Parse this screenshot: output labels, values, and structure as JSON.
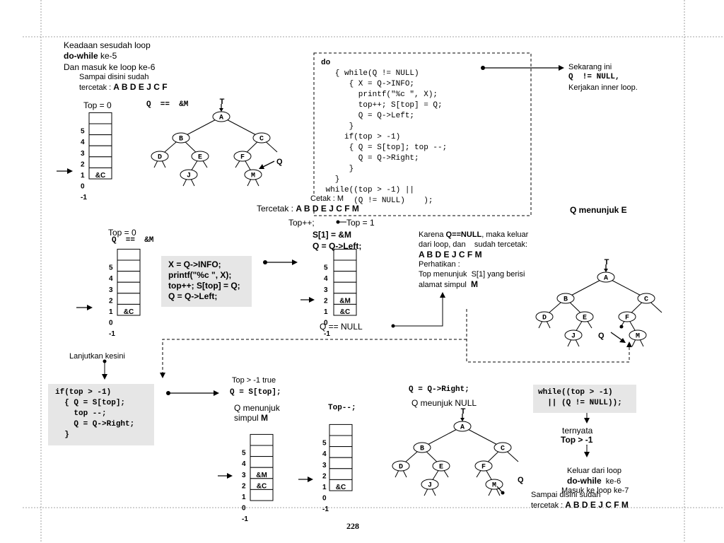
{
  "top_left": {
    "line1": "Keadaan sesudah loop",
    "line2_bold": "do-while",
    "line2_rest": " ke-5",
    "line3": "Dan masuk ke loop ke-6",
    "line4": "Sampai disini sudah",
    "line5_prefix": "tercetak : ",
    "line5_bold": "A B D E J C F",
    "stack_top": "Top = 0",
    "q_eq": "Q  ==  &M"
  },
  "code_box": {
    "lines": [
      "do",
      "   { while(Q != NULL)",
      "      { X = Q->INFO;",
      "        printf(\"%c \", X);",
      "        top++; S[top] = Q;",
      "        Q = Q->Left;",
      "      }",
      "     if(top > -1)",
      "      { Q = S[top]; top --;",
      "        Q = Q->Right;",
      "      }",
      "   }",
      " while((top > -1) ||",
      "       (Q != NULL)    );"
    ]
  },
  "right_note": {
    "line1": "Sekarang ini",
    "line2": "Q  != NULL,",
    "line3": "Kerjakan inner loop."
  },
  "cetak": {
    "label": "Cetak : M",
    "tercetak_prefix": "Tercetak : ",
    "tercetak_bold": "A B D E J C F M",
    "topplus": "Top++;",
    "top1": "Top = 1",
    "s1": "S[1] = &M",
    "qleft": "Q = Q->Left;"
  },
  "mid_left": {
    "stack_top": "Top = 0",
    "q_eq": "Q  ==  &M"
  },
  "mid_code": {
    "lines": [
      "X = Q->INFO;",
      "printf(\"%c \", X);",
      "top++; S[top] = Q;",
      "Q = Q->Left;"
    ]
  },
  "mid_note": {
    "line1_prefix": "Karena ",
    "line1_bold": "Q==NULL",
    "line1_rest": ", maka keluar",
    "line2": "dari loop, dan    sudah tercetak:",
    "line3_bold": "A B D E J C F M",
    "line4": "Perhatikan :",
    "line5": "Top menunjuk  S[1] yang berisi",
    "line6_prefix": "alamat simpul  ",
    "line6_bold": "M",
    "q_null": "Q == NULL"
  },
  "q_menunjuk_e": "Q menunjuk E",
  "lanjutkan": "Lanjutkan kesini",
  "bottom_code": {
    "lines": [
      "if(top > -1)",
      "  { Q = S[top];",
      "    top --;",
      "    Q = Q->Right;",
      "  }"
    ]
  },
  "bottom_mid": {
    "top_true": "Top > -1 true",
    "q_stop": "Q = S[top];",
    "menunjuk": "Q menunjuk",
    "simpul_prefix": "simpul ",
    "simpul_bold": "M",
    "topminus": "Top--;"
  },
  "bottom_tree": {
    "qright": "Q = Q->Right;",
    "q_null": "Q meunjuk NULL"
  },
  "bottom_right": {
    "code_lines": [
      "while((top > -1)",
      "  || (Q != NULL));"
    ],
    "ternyata": "ternyata",
    "top_cond": "Top > -1",
    "keluar": "Keluar dari loop",
    "dowhile_bold": "do-while",
    "dowhile_rest": "  ke-6",
    "masuk": "Masuk ke loop ke-7",
    "sampai": "Sampai disini sudah",
    "tercetak_prefix": "tercetak : ",
    "tercetak_bold": "A B D E J C F M"
  },
  "tree_labels": {
    "A": "A",
    "B": "B",
    "C": "C",
    "D": "D",
    "E": "E",
    "F": "F",
    "J": "J",
    "M": "M",
    "T": "T",
    "Q": "Q"
  },
  "stack_numbers": [
    "5",
    "4",
    "3",
    "2",
    "1",
    "0",
    "-1"
  ],
  "stack_cells": {
    "c": "&C",
    "m": "&M"
  },
  "page_number": "228"
}
